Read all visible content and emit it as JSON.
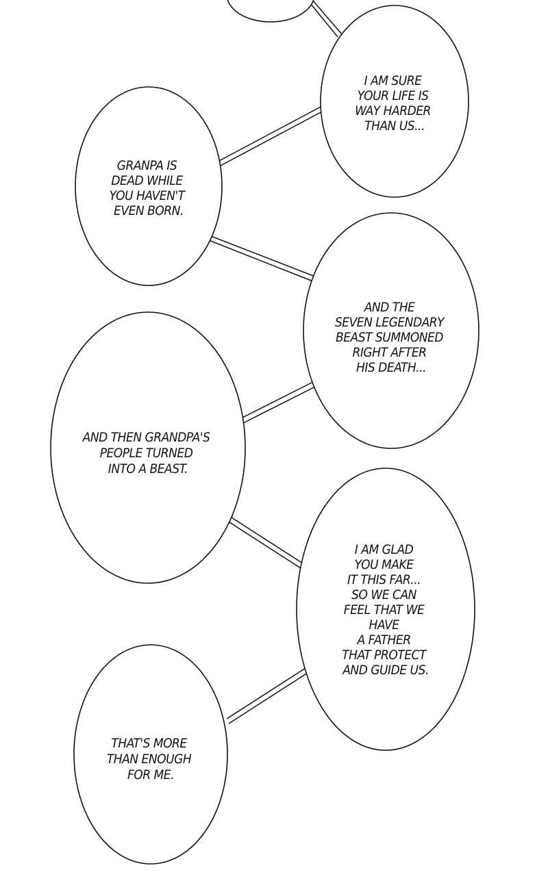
{
  "bubbles": [
    {
      "id": "top-partial",
      "lines": []
    },
    {
      "id": "life-harder",
      "lines": [
        "I AM SURE",
        "YOUR LIFE IS",
        "WAY HARDER",
        "THAN US..."
      ]
    },
    {
      "id": "granpa-dead",
      "lines": [
        "GRANPA IS",
        "DEAD WHILE",
        "YOU HAVEN'T",
        "EVEN BORN."
      ]
    },
    {
      "id": "seven-beasts",
      "lines": [
        "AND THE",
        "SEVEN LEGENDARY",
        "BEAST SUMMONED",
        "RIGHT AFTER",
        "HIS DEATH..."
      ]
    },
    {
      "id": "people-beast",
      "lines": [
        "AND THEN GRANDPA'S",
        "PEOPLE TURNED",
        "INTO A BEAST."
      ]
    },
    {
      "id": "glad-father",
      "lines": [
        "I AM GLAD",
        "YOU MAKE",
        "IT THIS FAR...",
        "SO WE CAN",
        "FEEL THAT WE",
        "HAVE",
        "A FATHER",
        "THAT PROTECT",
        "AND GUIDE US."
      ]
    },
    {
      "id": "more-than-enough",
      "lines": [
        "THAT'S MORE",
        "THAN ENOUGH",
        "FOR ME."
      ]
    }
  ],
  "colors": {
    "background": "#ffffff",
    "ink": "#111111"
  }
}
